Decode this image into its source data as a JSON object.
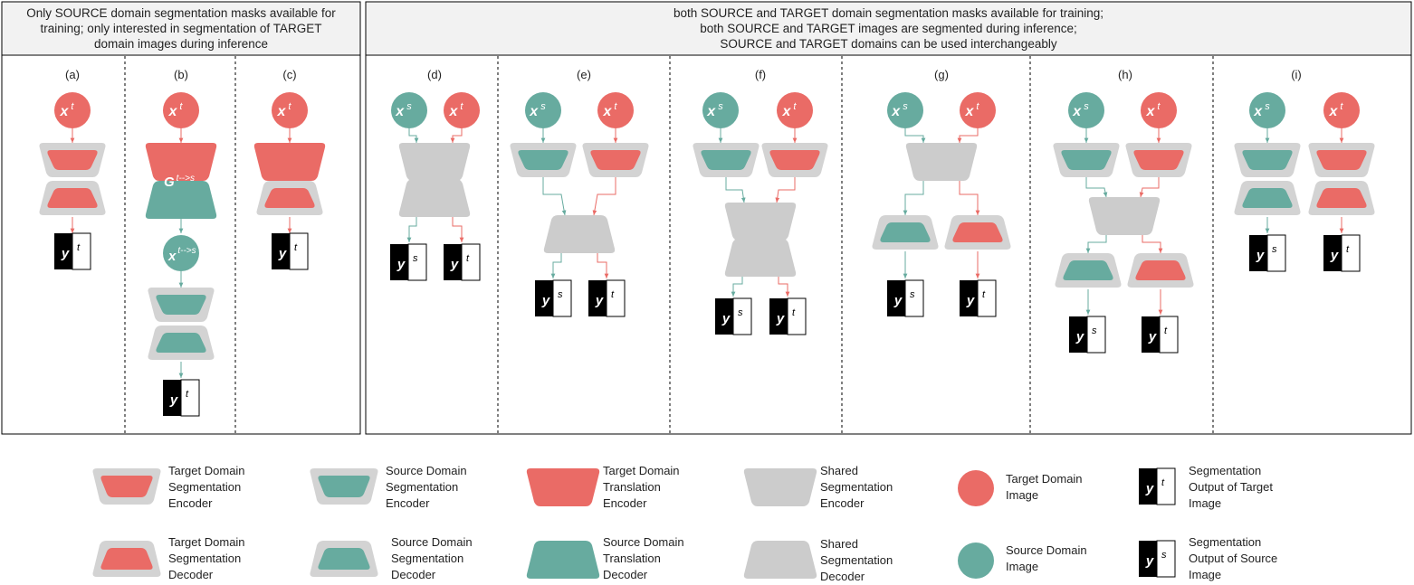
{
  "headers": {
    "left": "Only SOURCE domain segmentation masks available for\ntraining; only interested in segmentation of TARGET\ndomain images during inference",
    "right": "both SOURCE and TARGET domain segmentation masks available for training;\nboth SOURCE and TARGET images are segmented during inference;\nSOURCE and TARGET domains can be used interchangeably"
  },
  "panels": [
    "(a)",
    "(b)",
    "(c)",
    "(d)",
    "(e)",
    "(f)",
    "(g)",
    "(h)",
    "(i)"
  ],
  "symbols": {
    "x": "x",
    "y": "y",
    "source_sup": "s",
    "target_sup": "t",
    "translated_sup": "t-->s",
    "generator": "G",
    "generator_sup": "t-->s"
  },
  "legend": {
    "target_seg_encoder": "Target Domain\nSegmentation\nEncoder",
    "source_seg_encoder": "Source Domain\nSegmentation\nEncoder",
    "target_trans_encoder": "Target Domain\nTranslation\nEncoder",
    "shared_seg_encoder": "Shared\nSegmentation\nEncoder",
    "target_image": "Target Domain\nImage",
    "seg_output_target": "Segmentation\nOutput of Target\nImage",
    "target_seg_decoder": "Target Domain\nSegmentation\nDecoder",
    "source_seg_decoder": "Source Domain\nSegmentation\nDecoder",
    "source_trans_decoder": "Source Domain\nTranslation\nDecoder",
    "shared_seg_decoder": "Shared\nSegmentation\nDecoder",
    "source_image": "Source Domain\nImage",
    "seg_output_source": "Segmentation\nOutput of Source\nImage"
  },
  "colors": {
    "target": "#ea6b66",
    "source": "#67ab9f",
    "shared": "#cccccc",
    "frame": "#d3d3d3",
    "header_bg": "#f2f2f2",
    "line": "#000000"
  }
}
